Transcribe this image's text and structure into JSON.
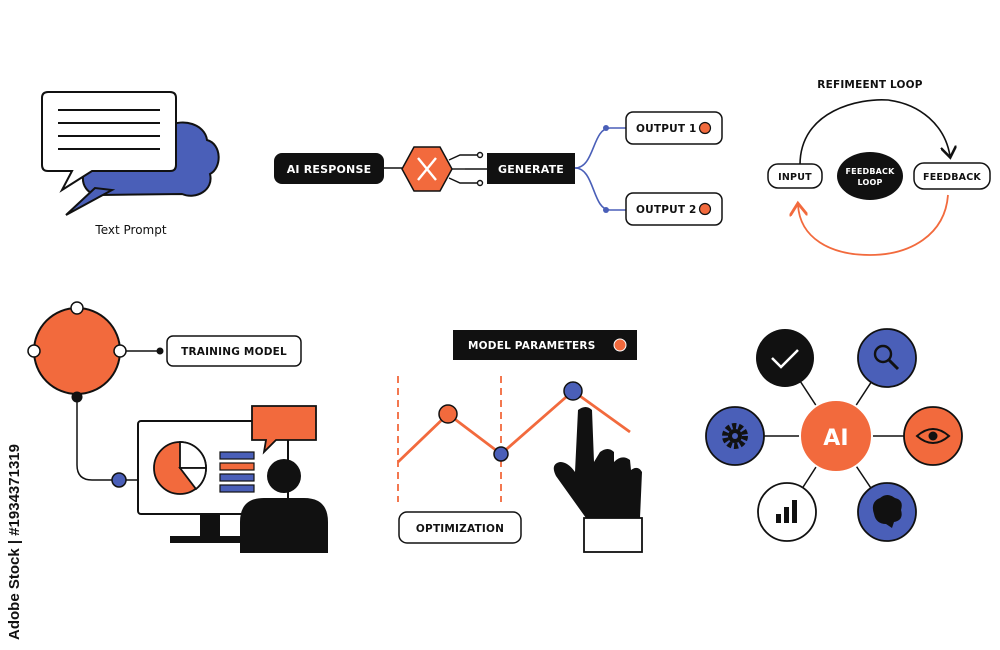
{
  "colors": {
    "orange": "#f26a3d",
    "blue": "#4a5fb8",
    "black": "#111111",
    "white": "#ffffff"
  },
  "prompt_panel": {
    "caption": "Text Prompt",
    "icons": [
      "chat-bubble-icon",
      "cloud-bubble-icon"
    ]
  },
  "pipeline": {
    "ai_response_label": "AI RESPONSE",
    "generate_label": "GENERATE",
    "outputs": [
      "OUTPUT 1",
      "OUTPUT 2"
    ],
    "icons": [
      "hexagon-x-icon"
    ]
  },
  "loop": {
    "title": "REFIMEENT LOOP",
    "input_label": "INPUT",
    "center_label_line1": "FEEDBACK",
    "center_label_line2": "LOOP",
    "feedback_label": "FEEDBACK"
  },
  "training": {
    "label": "TRAINING MODEL",
    "icons": [
      "network-node-icon",
      "monitor-icon",
      "pie-chart-icon",
      "speech-bubble-icon",
      "person-icon"
    ]
  },
  "optimization": {
    "params_label": "MODEL PARAMETERS",
    "label": "OPTIMIZATION",
    "icons": [
      "line-graph-icon",
      "pointing-hand-icon"
    ]
  },
  "ai_hub": {
    "center_label": "AI",
    "satellites": [
      "check-icon",
      "search-icon",
      "gear-icon",
      "eye-icon",
      "bar-chart-icon",
      "brain-icon"
    ]
  },
  "watermark": "Adobe Stock | #1934371319"
}
